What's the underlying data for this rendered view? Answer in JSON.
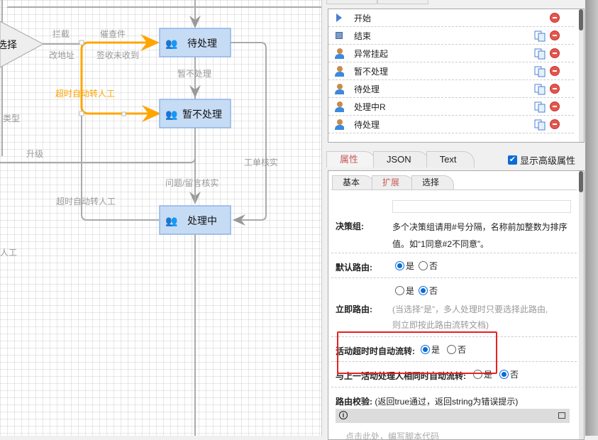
{
  "canvas": {
    "nodes": {
      "pending": "待处理",
      "hold": "暂不处理",
      "processing": "处理中",
      "choice": "选择"
    },
    "edge_labels": {
      "intercept": "拦截",
      "urge": "催查件",
      "change_address": "改地址",
      "not_received": "签收未收到",
      "hold_edge": "暂不处理",
      "auto_transfer_highlight": "超时自动转人工",
      "type_partial": "类型",
      "upgrade": "升级",
      "verify_order": "工单核实",
      "question_verify": "问题/留言核实",
      "auto_transfer": "超时自动转人工",
      "person_partial": "人工"
    },
    "highlight_color": "#ffa500"
  },
  "activity_list": [
    {
      "name": "开始",
      "icon": "start-icon",
      "copy": false
    },
    {
      "name": "结束",
      "icon": "end-icon",
      "copy": true
    },
    {
      "name": "异常挂起",
      "icon": "user-icon",
      "copy": true
    },
    {
      "name": "暂不处理",
      "icon": "user-icon",
      "copy": true
    },
    {
      "name": "待处理",
      "icon": "user-icon",
      "copy": true
    },
    {
      "name": "处理中R",
      "icon": "user-icon",
      "copy": true
    },
    {
      "name": "待处理",
      "icon": "user-icon",
      "copy": true
    }
  ],
  "tabs": {
    "properties": "属性",
    "json": "JSON",
    "text": "Text",
    "show_advanced": "显示高级属性"
  },
  "subtabs": {
    "basic": "基本",
    "extend": "扩展",
    "select": "选择"
  },
  "form": {
    "decision_group": {
      "label": "决策组:",
      "value": "",
      "desc1": "多个决策组请用#号分隔，名称前加整数为排序",
      "desc2": "值。如“1同意#2不同意”。"
    },
    "default_route": {
      "label": "默认路由:",
      "yes": "是",
      "no": "否",
      "selected": "yes"
    },
    "immediate_route": {
      "label": "立即路由:",
      "yes": "是",
      "no": "否",
      "selected": "no",
      "hint1": "(当选择“是”，多人处理时只要选择此路由,",
      "hint2": "则立即按此路由流转文档)"
    },
    "timeout_auto": {
      "label": "活动超时时自动流转:",
      "yes": "是",
      "no": "否",
      "selected": "yes"
    },
    "same_handler_auto": {
      "label": "与上一活动处理人相同时自动流转:",
      "yes": "是",
      "no": "否",
      "selected": "no"
    },
    "route_check": {
      "label": "路由校验:",
      "hint": "(返回true通过，返回string为错误提示)",
      "placeholder": "点击此处，编写脚本代码"
    }
  }
}
